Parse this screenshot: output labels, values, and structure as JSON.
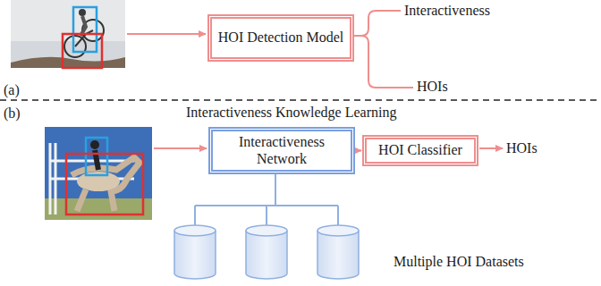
{
  "diagram": {
    "nodes": [
      {
        "text": [
          "HOI Detection Model"
        ]
      },
      {
        "text": [
          "Interactiveness Network"
        ]
      },
      {
        "text": [
          "HOI Classifier"
        ]
      }
    ],
    "edges": [
      {
        "from": 1,
        "to": 2,
        "arrow": "to"
      }
    ],
    "labels": [
      "(a)",
      "Interactiveness",
      "HOIs",
      "(b)",
      "Interactiveness Knowledge Learning",
      "HOIs",
      "Multiple HOI Datasets"
    ]
  }
}
